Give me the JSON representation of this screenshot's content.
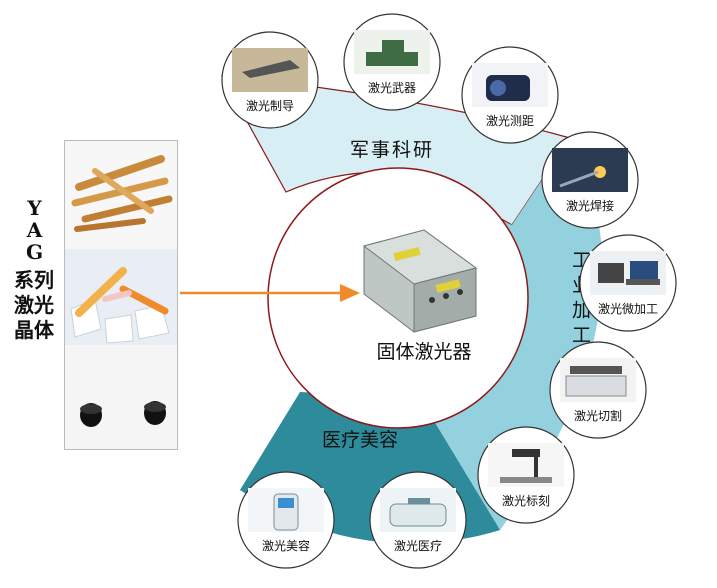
{
  "left_title": {
    "latin": "YAG",
    "cjk": "系列激光晶体"
  },
  "center_label": "固体激光器",
  "sections": [
    {
      "label": "军事科研",
      "color": "#d6eef4"
    },
    {
      "label": "工业加工",
      "color": "#93d1df"
    },
    {
      "label": "医疗美容",
      "color": "#2e8b9c"
    }
  ],
  "applications": [
    {
      "label": "激光制导",
      "icon": "fighter-jet-icon"
    },
    {
      "label": "激光武器",
      "icon": "laser-tank-icon"
    },
    {
      "label": "激光测距",
      "icon": "rangefinder-icon"
    },
    {
      "label": "激光焊接",
      "icon": "welding-robot-icon"
    },
    {
      "label": "激光微加工",
      "icon": "micromachining-station-icon"
    },
    {
      "label": "激光切割",
      "icon": "laser-cutter-icon"
    },
    {
      "label": "激光标刻",
      "icon": "laser-marker-icon"
    },
    {
      "label": "激光医疗",
      "icon": "medical-laser-icon"
    },
    {
      "label": "激光美容",
      "icon": "beauty-laser-icon"
    }
  ],
  "colors": {
    "arrow": "#f08b2c",
    "circle_border": "#8b1a1a",
    "text": "#111111"
  }
}
